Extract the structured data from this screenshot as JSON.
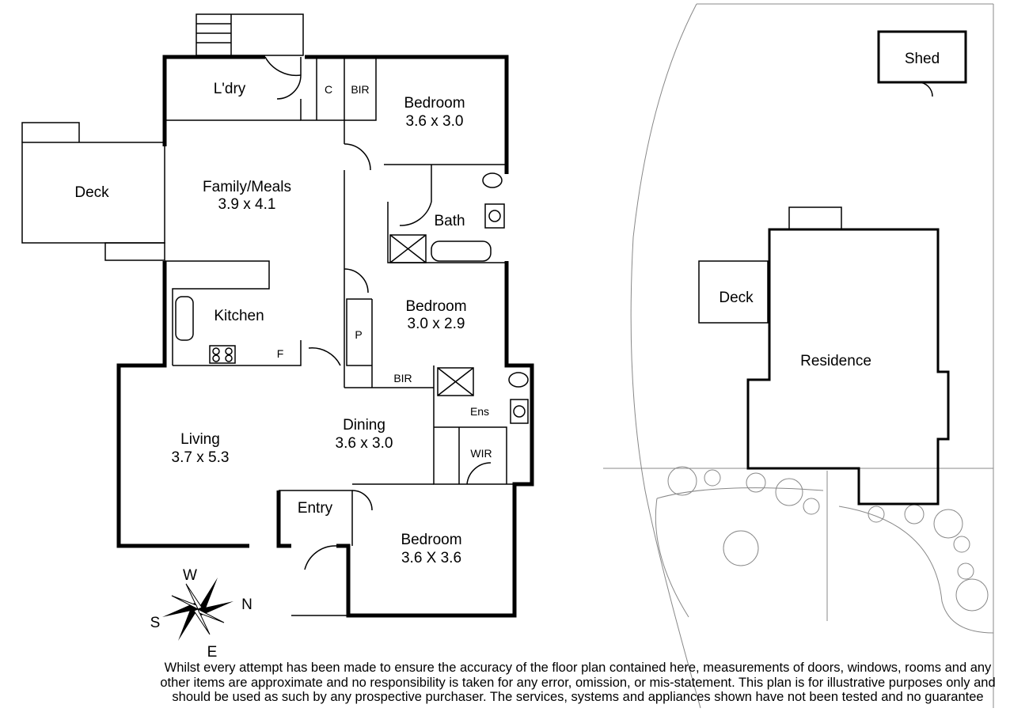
{
  "floor_plan": {
    "rooms": {
      "laundry": {
        "name": "L'dry"
      },
      "cupboard": {
        "name": "C"
      },
      "bir_top": {
        "name": "BIR"
      },
      "bedroom1": {
        "name": "Bedroom",
        "size": "3.6 x 3.0"
      },
      "deck": {
        "name": "Deck"
      },
      "family": {
        "name": "Family/Meals",
        "size": "3.9 x 4.1"
      },
      "bath": {
        "name": "Bath"
      },
      "bedroom2": {
        "name": "Bedroom",
        "size": "3.0 x 2.9"
      },
      "kitchen": {
        "name": "Kitchen"
      },
      "fridge": {
        "name": "F"
      },
      "pantry": {
        "name": "P"
      },
      "bir_mid": {
        "name": "BIR"
      },
      "ensuite": {
        "name": "Ens"
      },
      "wir": {
        "name": "WIR"
      },
      "living": {
        "name": "Living",
        "size": "3.7 x 5.3"
      },
      "dining": {
        "name": "Dining",
        "size": "3.6 x 3.0"
      },
      "entry": {
        "name": "Entry"
      },
      "bedroom3": {
        "name": "Bedroom",
        "size": "3.6 X 3.6"
      }
    },
    "compass": {
      "w": "W",
      "n": "N",
      "s": "S",
      "e": "E"
    }
  },
  "site_plan": {
    "shed": "Shed",
    "deck": "Deck",
    "residence": "Residence"
  },
  "disclaimer": "Whilst every attempt has been made to ensure the accuracy of the floor plan contained here, measurements of doors, windows, rooms and any other items are approximate and no responsibility is taken for any error, omission, or mis-statement. This plan is for illustrative purposes only and should be used as such by any prospective purchaser. The services, systems and appliances shown have not been tested and no guarantee"
}
